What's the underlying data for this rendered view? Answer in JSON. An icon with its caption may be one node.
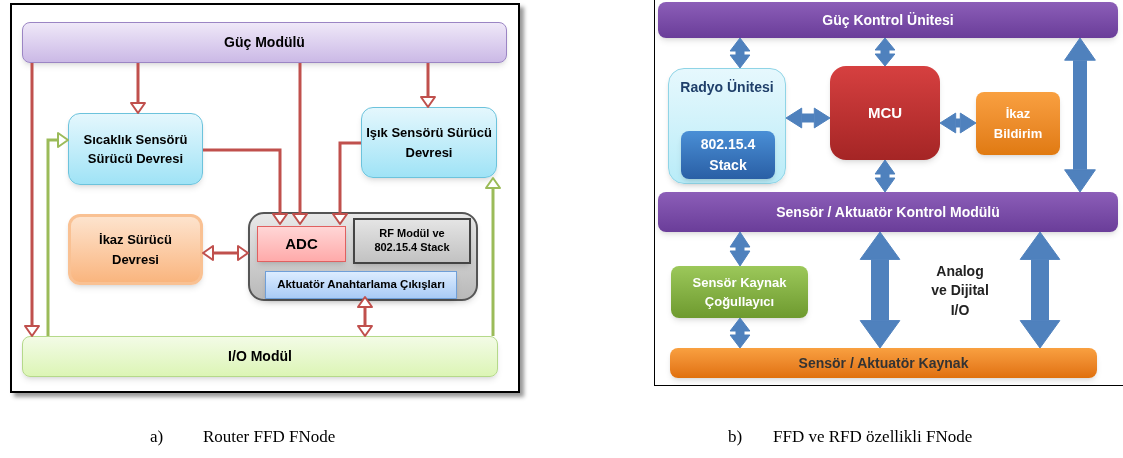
{
  "diagram": {
    "nodes": [
      {
        "text": [
          "Güç Modülü"
        ]
      },
      {
        "text": [
          "Sıcaklık Sensörü Sürücü Devresi"
        ]
      },
      {
        "text": [
          "Işık Sensörü Sürücü Devresi"
        ]
      },
      {
        "text": [
          "İkaz Sürücü Devresi"
        ]
      },
      {
        "text": [],
        "shape": "box"
      },
      {
        "text": [
          "ADC"
        ],
        "in": 4
      },
      {
        "text": [
          "RF Modül ve 802.15.4 Stack"
        ],
        "in": 4
      },
      {
        "text": [
          "Aktuatör Anahtarlama Çıkışları"
        ],
        "in": 4
      },
      {
        "text": [
          "I/O Modül"
        ]
      },
      {
        "text": [
          "Güç Kontrol Ünitesi"
        ]
      },
      {
        "text": [
          "Radyo Ünitesi"
        ]
      },
      {
        "text": [
          "802.15.4 Stack"
        ],
        "in": 10
      },
      {
        "text": [
          "MCU"
        ]
      },
      {
        "text": [
          "İkaz Bildirim"
        ]
      },
      {
        "text": [
          "Sensör / Aktuatör Kontrol Modülü"
        ]
      },
      {
        "text": [
          "Sensör Kaynak Çoğullayıcı"
        ]
      },
      {
        "text": [
          "Sensör / Aktuatör Kaynak"
        ]
      }
    ],
    "edges": [
      {
        "from": 0,
        "to": 8,
        "arrow": "to",
        "color": "#c0504d"
      },
      {
        "from": 0,
        "to": 1,
        "arrow": "to",
        "color": "#c0504d"
      },
      {
        "from": 0,
        "to": 5,
        "arrow": "to",
        "color": "#c0504d"
      },
      {
        "from": 0,
        "to": 2,
        "arrow": "to",
        "color": "#c0504d"
      },
      {
        "from": 1,
        "to": 5,
        "arrow": "to",
        "color": "#c0504d"
      },
      {
        "from": 2,
        "to": 5,
        "arrow": "to",
        "color": "#c0504d"
      },
      {
        "from": 8,
        "to": 1,
        "arrow": "to",
        "color": "#9bbb59"
      },
      {
        "from": 8,
        "to": 2,
        "arrow": "to",
        "color": "#9bbb59"
      },
      {
        "from": 3,
        "to": 4,
        "arrow": "both",
        "color": "#c0504d"
      },
      {
        "from": 7,
        "to": 8,
        "arrow": "both",
        "color": "#c0504d"
      },
      {
        "from": 9,
        "to": 10,
        "arrow": "both",
        "style": "thick",
        "color": "#4f81bd"
      },
      {
        "from": 9,
        "to": 12,
        "arrow": "both",
        "style": "thick",
        "color": "#4f81bd"
      },
      {
        "from": 9,
        "to": 14,
        "arrow": "both",
        "style": "thick",
        "color": "#4f81bd"
      },
      {
        "from": 10,
        "to": 12,
        "arrow": "both",
        "style": "thick",
        "color": "#4f81bd"
      },
      {
        "from": 12,
        "to": 13,
        "arrow": "both",
        "style": "thick",
        "color": "#4f81bd"
      },
      {
        "from": 12,
        "to": 14,
        "arrow": "both",
        "style": "thick",
        "color": "#4f81bd"
      },
      {
        "from": 14,
        "to": 15,
        "arrow": "both",
        "style": "thick",
        "color": "#4f81bd"
      },
      {
        "from": 15,
        "to": 16,
        "arrow": "both",
        "style": "thick",
        "color": "#4f81bd"
      },
      {
        "from": 14,
        "to": 16,
        "arrow": "both",
        "style": "thick",
        "color": "#4f81bd"
      },
      {
        "from": 14,
        "to": 16,
        "arrow": "both",
        "style": "thick",
        "color": "#4f81bd"
      }
    ],
    "labels": [
      "Analog ve Dijital I/O",
      "a)",
      "Router FFD FNode",
      "b)",
      "FFD ve RFD özellikli FNode"
    ]
  }
}
